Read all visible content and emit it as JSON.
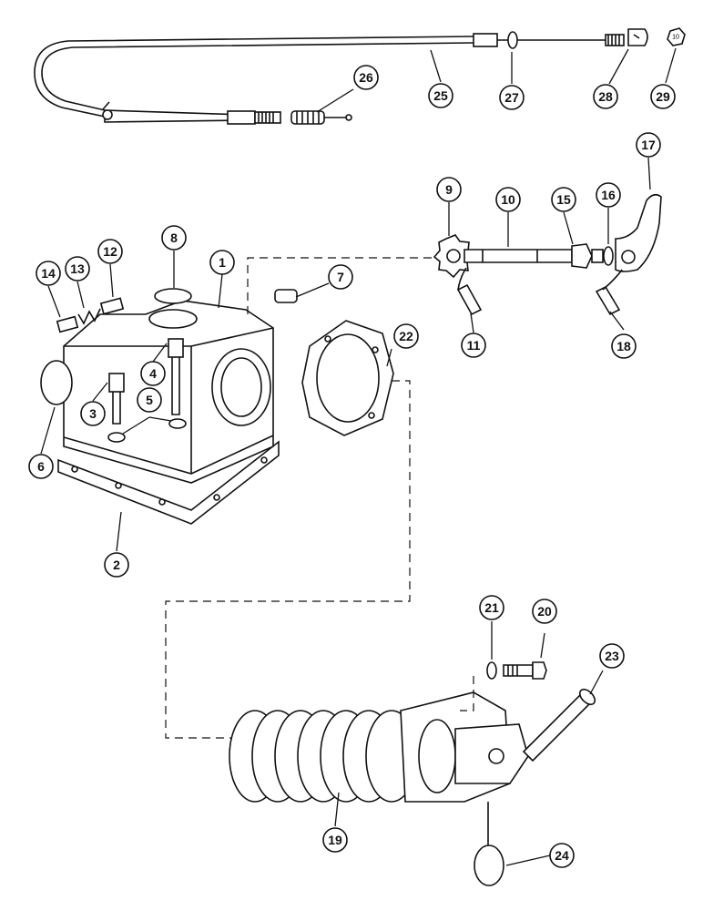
{
  "callouts": [
    {
      "id": "c1",
      "label": "1"
    },
    {
      "id": "c2",
      "label": "2"
    },
    {
      "id": "c3",
      "label": "3"
    },
    {
      "id": "c4",
      "label": "4"
    },
    {
      "id": "c5",
      "label": "5"
    },
    {
      "id": "c6",
      "label": "6"
    },
    {
      "id": "c7",
      "label": "7"
    },
    {
      "id": "c8",
      "label": "8"
    },
    {
      "id": "c9",
      "label": "9"
    },
    {
      "id": "c10",
      "label": "10"
    },
    {
      "id": "c11",
      "label": "11"
    },
    {
      "id": "c12",
      "label": "12"
    },
    {
      "id": "c13",
      "label": "13"
    },
    {
      "id": "c14",
      "label": "14"
    },
    {
      "id": "c15",
      "label": "15"
    },
    {
      "id": "c16",
      "label": "16"
    },
    {
      "id": "c17",
      "label": "17"
    },
    {
      "id": "c18",
      "label": "18"
    },
    {
      "id": "c19",
      "label": "19"
    },
    {
      "id": "c20",
      "label": "20"
    },
    {
      "id": "c21",
      "label": "21"
    },
    {
      "id": "c22",
      "label": "22"
    },
    {
      "id": "c23",
      "label": "23"
    },
    {
      "id": "c24",
      "label": "24"
    },
    {
      "id": "c25",
      "label": "25"
    },
    {
      "id": "c26",
      "label": "26"
    },
    {
      "id": "c27",
      "label": "27"
    },
    {
      "id": "c28",
      "label": "28"
    },
    {
      "id": "c29",
      "label": "29"
    }
  ],
  "nut_marking": "10"
}
